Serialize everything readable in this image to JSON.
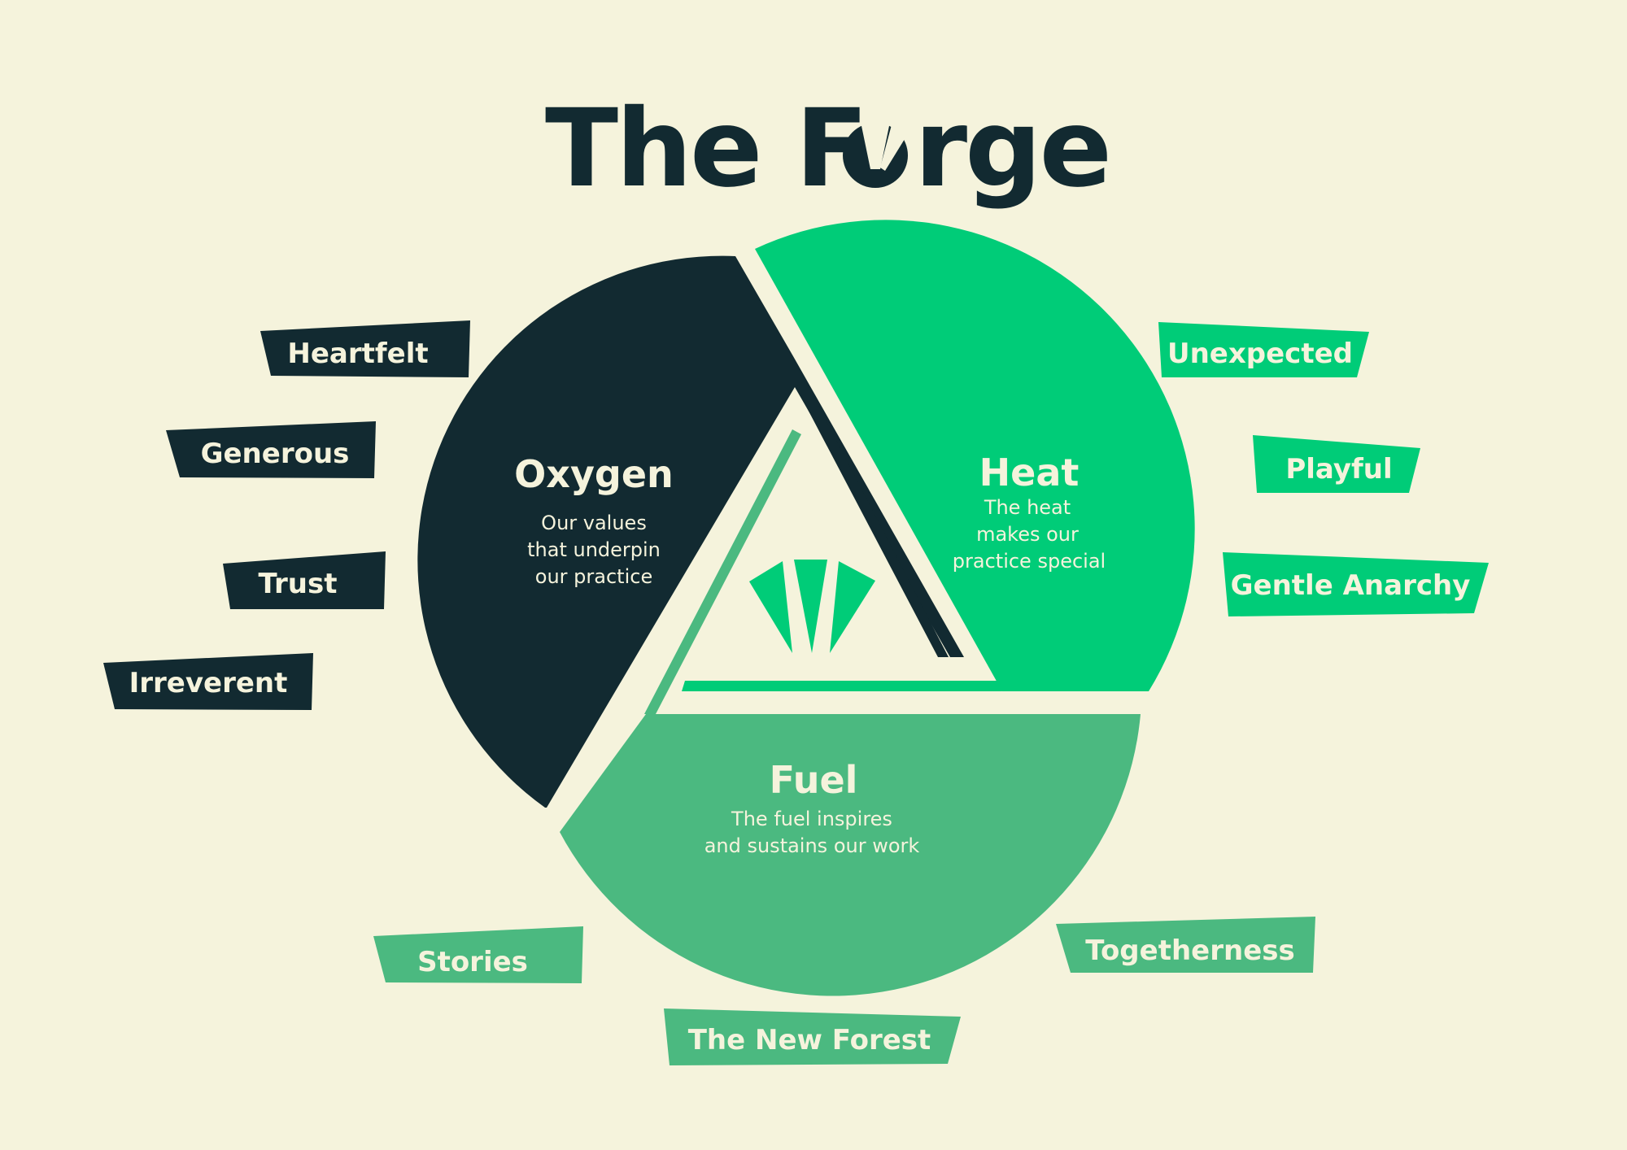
{
  "title": {
    "part1": "The F",
    "part2": "rge"
  },
  "colors": {
    "background": "#f5f3dc",
    "dark": "#122a31",
    "bright_green": "#00cc78",
    "medium_green": "#4bb980",
    "text_light": "#f5f3dc"
  },
  "segments": {
    "oxygen": {
      "title": "Oxygen",
      "lines": [
        "Our values",
        "that underpin",
        "our practice"
      ]
    },
    "heat": {
      "title": "Heat",
      "lines": [
        "The heat",
        "makes our",
        "practice special"
      ]
    },
    "fuel": {
      "title": "Fuel",
      "lines": [
        "The fuel inspires",
        "and sustains our work"
      ]
    }
  },
  "tags": {
    "oxygen": [
      "Heartfelt",
      "Generous",
      "Trust",
      "Irreverent"
    ],
    "heat": [
      "Unexpected",
      "Playful",
      "Gentle Anarchy"
    ],
    "fuel": [
      "Stories",
      "The New Forest",
      "Togetherness"
    ]
  }
}
